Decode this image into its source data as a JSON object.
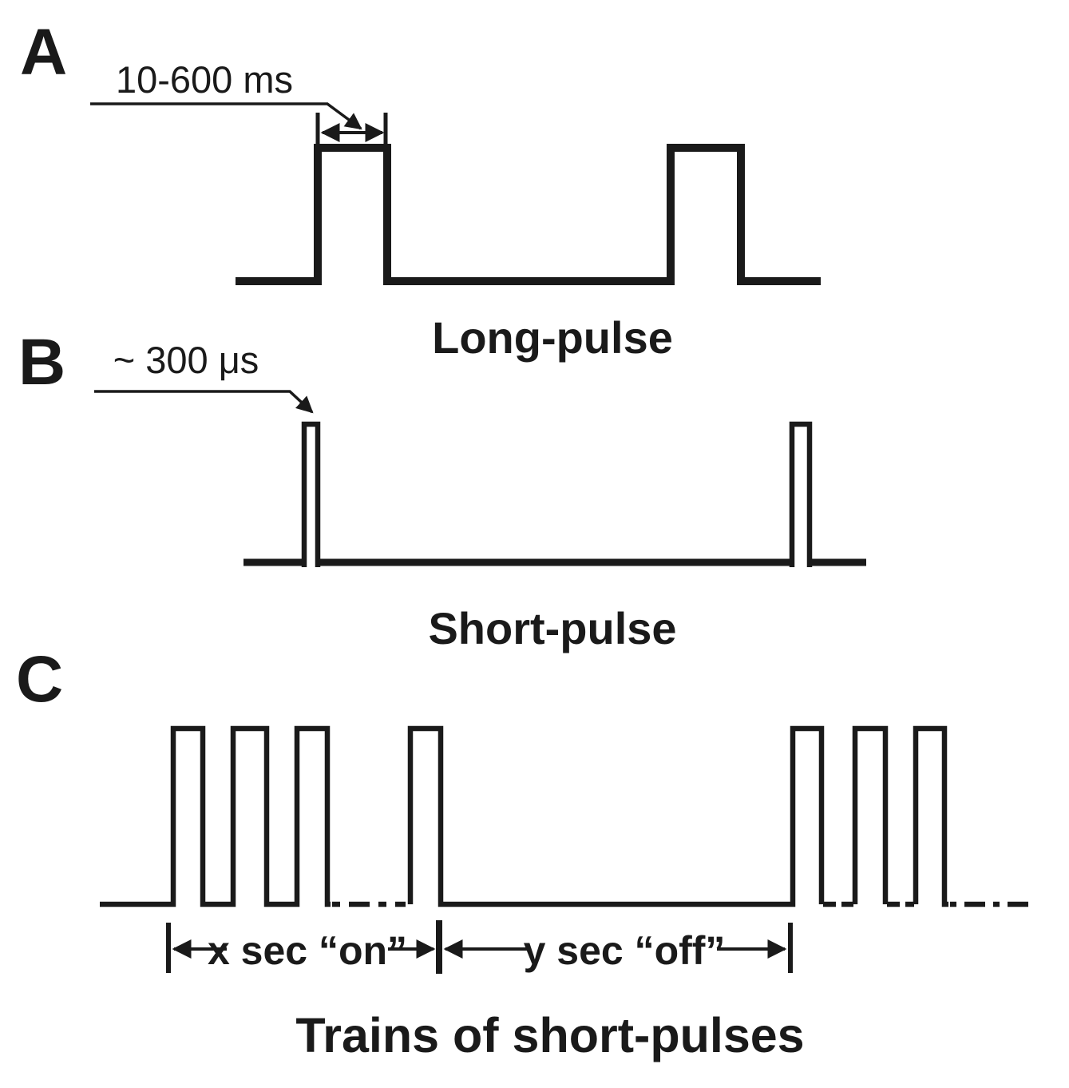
{
  "figure": {
    "colors": {
      "ink": "#1a1a1a",
      "background": "#ffffff"
    },
    "panels": [
      {
        "id": "A",
        "letter": "A",
        "annotation": "10-600 ms",
        "caption": "Long-pulse"
      },
      {
        "id": "B",
        "letter": "B",
        "annotation": "~ 300 μs",
        "caption": "Short-pulse"
      },
      {
        "id": "C",
        "letter": "C",
        "on_label": "x sec “on”",
        "off_label": "y sec “off”",
        "caption": "Trains of short-pulses"
      }
    ]
  }
}
